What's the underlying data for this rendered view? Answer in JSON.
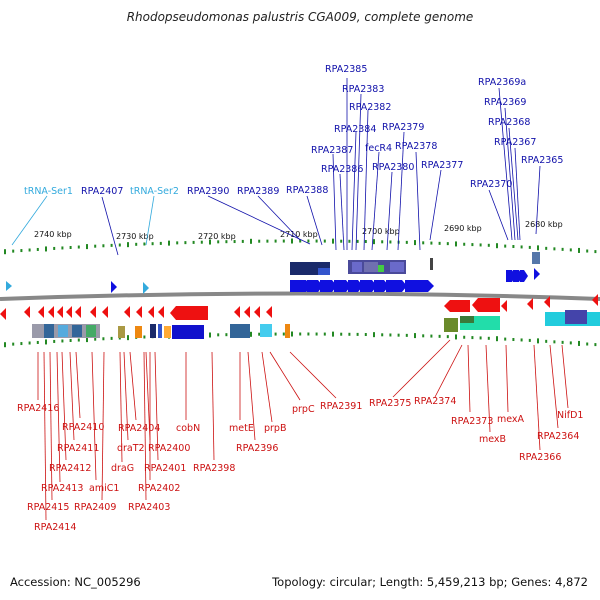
{
  "title": "Rhodopseudomonas palustris CGA009, complete genome",
  "footer": {
    "accession": "Accession: NC_005296",
    "topology": "Topology: circular; Length: 5,459,213 bp; Genes: 4,872"
  },
  "colors": {
    "plus_gene": "#1010e0",
    "minus_gene": "#ee1111",
    "trna": "#33aadd",
    "plus_label": "#1111aa",
    "minus_label": "#cc1111",
    "trna_label": "#33aadd",
    "backbone": "#888888",
    "tick_mark": "#228822"
  },
  "scale": {
    "ticks": [
      "2740 kbp",
      "2730 kbp",
      "2720 kbp",
      "2710 kbp",
      "2700 kbp",
      "2690 kbp",
      "2680 kbp"
    ]
  },
  "top_labels": [
    "RPA2385",
    "RPA2383",
    "RPA2382",
    "RPA2384",
    "RPA2379",
    "fecR4",
    "RPA2387",
    "RPA2378",
    "RPA2386",
    "RPA2380",
    "RPA2377",
    "RPA2388",
    "RPA2389",
    "RPA2390",
    "RPA2407",
    "tRNA-Ser1",
    "tRNA-Ser2",
    "RPA2369a",
    "RPA2369",
    "RPA2368",
    "RPA2367",
    "RPA2365",
    "RPA2370"
  ],
  "bottom_labels": [
    "RPA2416",
    "RPA2410",
    "RPA2411",
    "RPA2412",
    "RPA2413",
    "RPA2415",
    "RPA2414",
    "RPA2404",
    "draT2",
    "draG",
    "RPA2400",
    "RPA2401",
    "RPA2402",
    "RPA2403",
    "amiC1",
    "RPA2409",
    "cobN",
    "RPA2398",
    "metE",
    "RPA2396",
    "prpB",
    "prpC",
    "RPA2391",
    "RPA2375",
    "RPA2374",
    "RPA2373",
    "mexB",
    "mexA",
    "NifD1",
    "RPA2364",
    "RPA2366"
  ]
}
